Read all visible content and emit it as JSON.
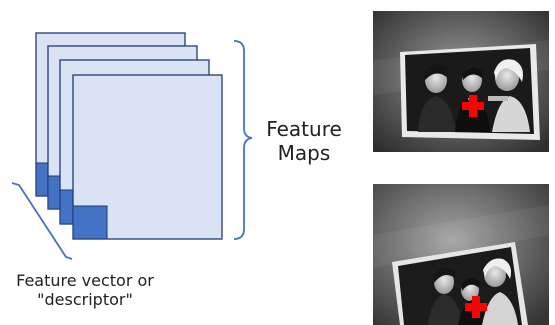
{
  "labels": {
    "feature_maps_line1": "Feature",
    "feature_maps_line2": "Maps",
    "descriptor_line1": "Feature vector or",
    "descriptor_line2": "\"descriptor\""
  },
  "colors": {
    "map_fill": "#dae3f3",
    "map_stroke": "#1f3b73",
    "descriptor_cell": "#4472c4",
    "bracket": "#4472c4",
    "keypoint_marker": "#ff0000"
  },
  "feature_maps": {
    "count": 4
  },
  "photos": [
    {
      "name": "photo-top",
      "keypoint_shape": "red-plus"
    },
    {
      "name": "photo-bottom",
      "keypoint_shape": "red-plus"
    }
  ]
}
